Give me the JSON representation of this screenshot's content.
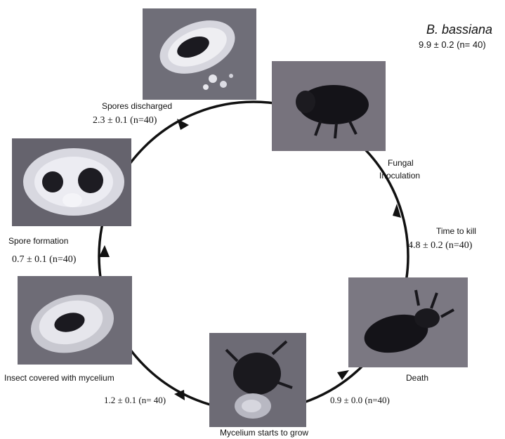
{
  "title": {
    "species": "B. bassiana",
    "total": "9.9 ± 0.2 (n= 40)"
  },
  "stages": [
    {
      "label": "Spores discharged",
      "value": "2.3 ± 0.1 (n=40)"
    },
    {
      "label": "Fungal",
      "label2": "Inoculation"
    },
    {
      "label": "Time to kill",
      "value": "4.8 ± 0.2 (n=40)"
    },
    {
      "label": "Death",
      "value": "0.9 ± 0.0 (n=40)"
    },
    {
      "label": "Mycelium starts to grow"
    },
    {
      "label": "Insect  covered with mycelium",
      "value": "1.2 ± 0.1 (n= 40)"
    },
    {
      "label": "Spore formation",
      "value": "0.7 ± 0.1 (n=40)"
    }
  ],
  "photos": [
    {
      "id": "spores-discharged-photo",
      "tone": "#6f6e78"
    },
    {
      "id": "fungal-inoculation-photo",
      "tone": "#77737d"
    },
    {
      "id": "death-photo",
      "tone": "#7b7882"
    },
    {
      "id": "mycelium-grow-photo",
      "tone": "#6d6b75"
    },
    {
      "id": "insect-covered-photo",
      "tone": "#6e6c76"
    },
    {
      "id": "spore-formation-photo",
      "tone": "#65636d"
    }
  ],
  "colors": {
    "cycle": "#111111",
    "background": "#ffffff"
  }
}
